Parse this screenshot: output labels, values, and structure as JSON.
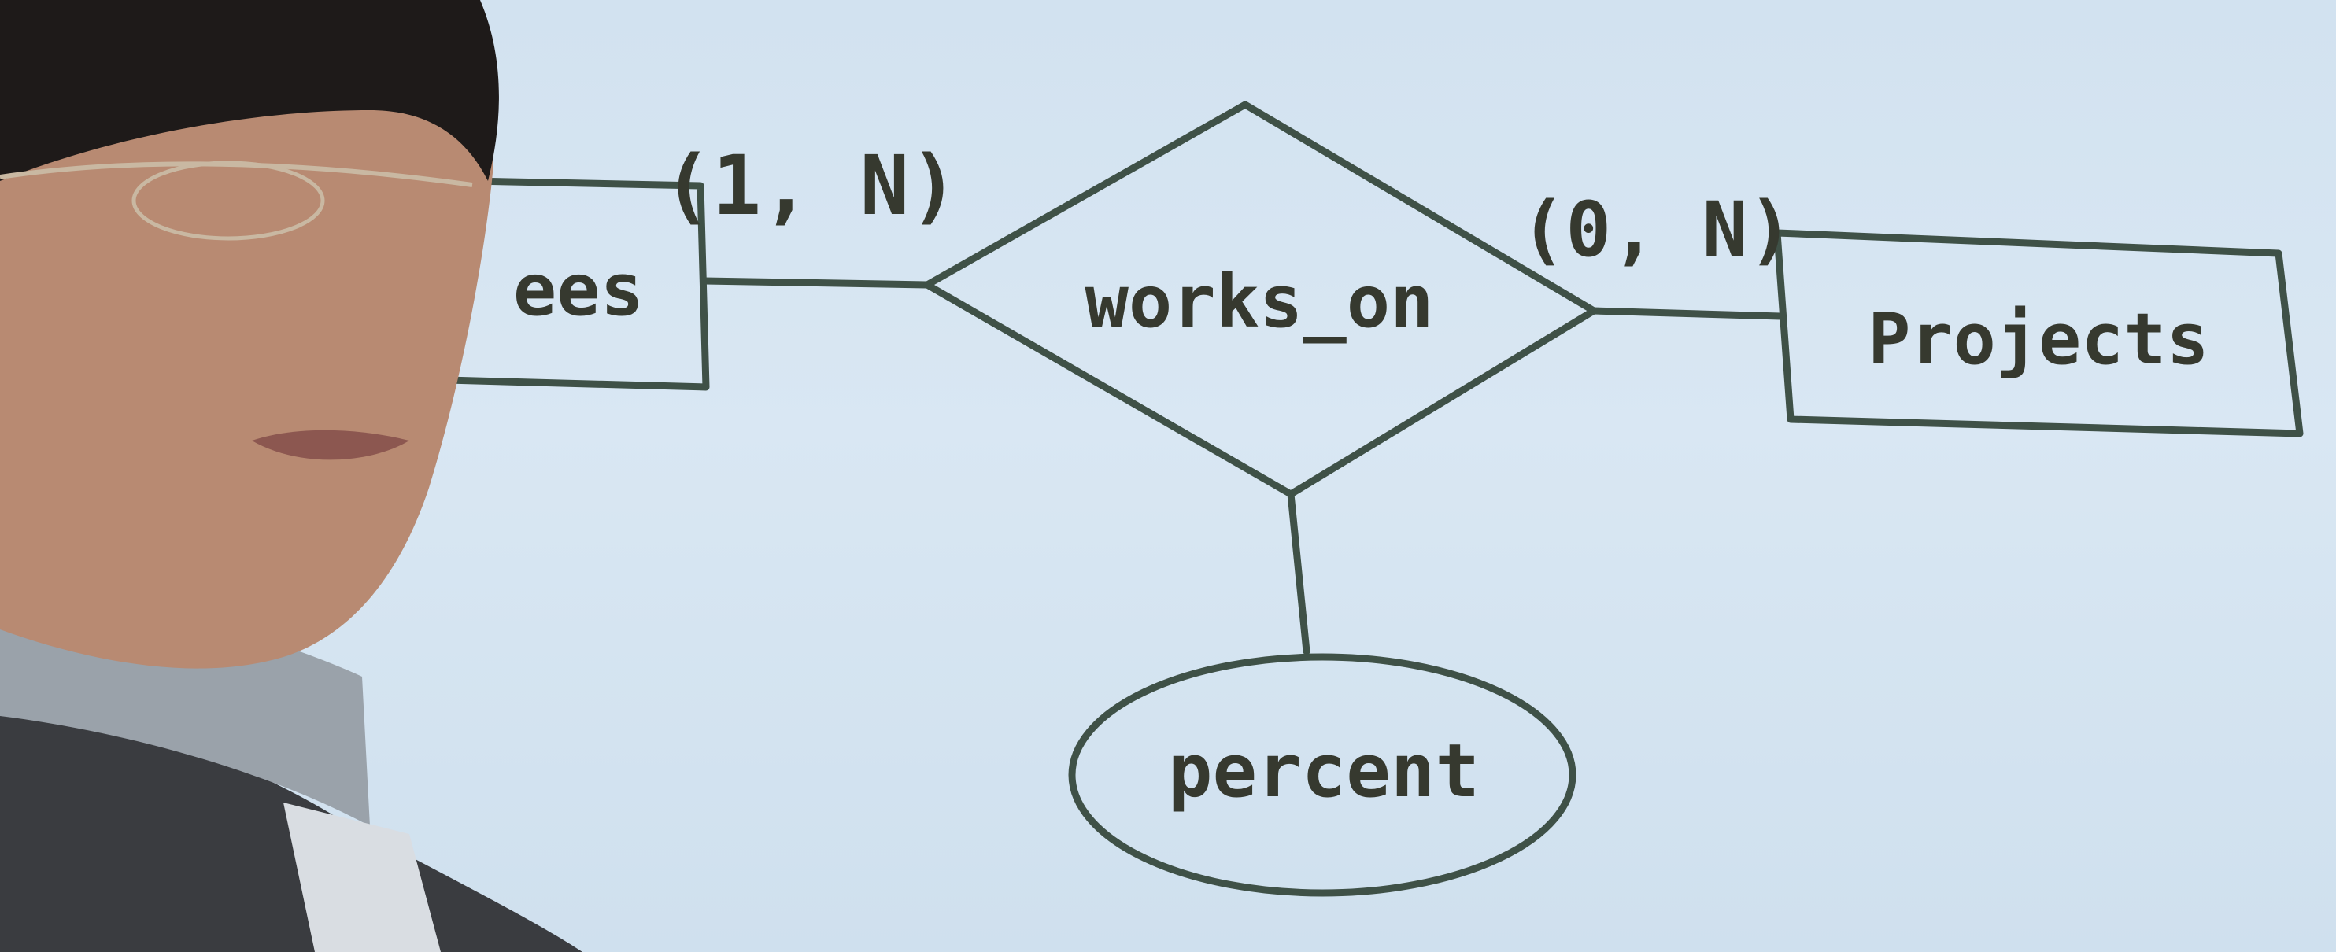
{
  "diagram": {
    "entities": [
      {
        "id": "employees",
        "label": "ees"
      },
      {
        "id": "projects",
        "label": "Projects"
      }
    ],
    "relationship": {
      "id": "works_on",
      "label": "works_on"
    },
    "attributes": [
      {
        "id": "percent",
        "label": "percent"
      }
    ],
    "cardinalities": [
      {
        "between": "employees-works_on",
        "label": "(1, N)"
      },
      {
        "between": "works_on-projects",
        "label": "(0, N)"
      }
    ]
  },
  "colors": {
    "slide_background": "#d4e3f0",
    "ink": "#3f5147",
    "text": "#36392f",
    "presenter_sweater": "#3a3c40",
    "presenter_collar": "#9aa2aa",
    "presenter_hair": "#1e1a19",
    "presenter_skin": "#b88a72"
  }
}
